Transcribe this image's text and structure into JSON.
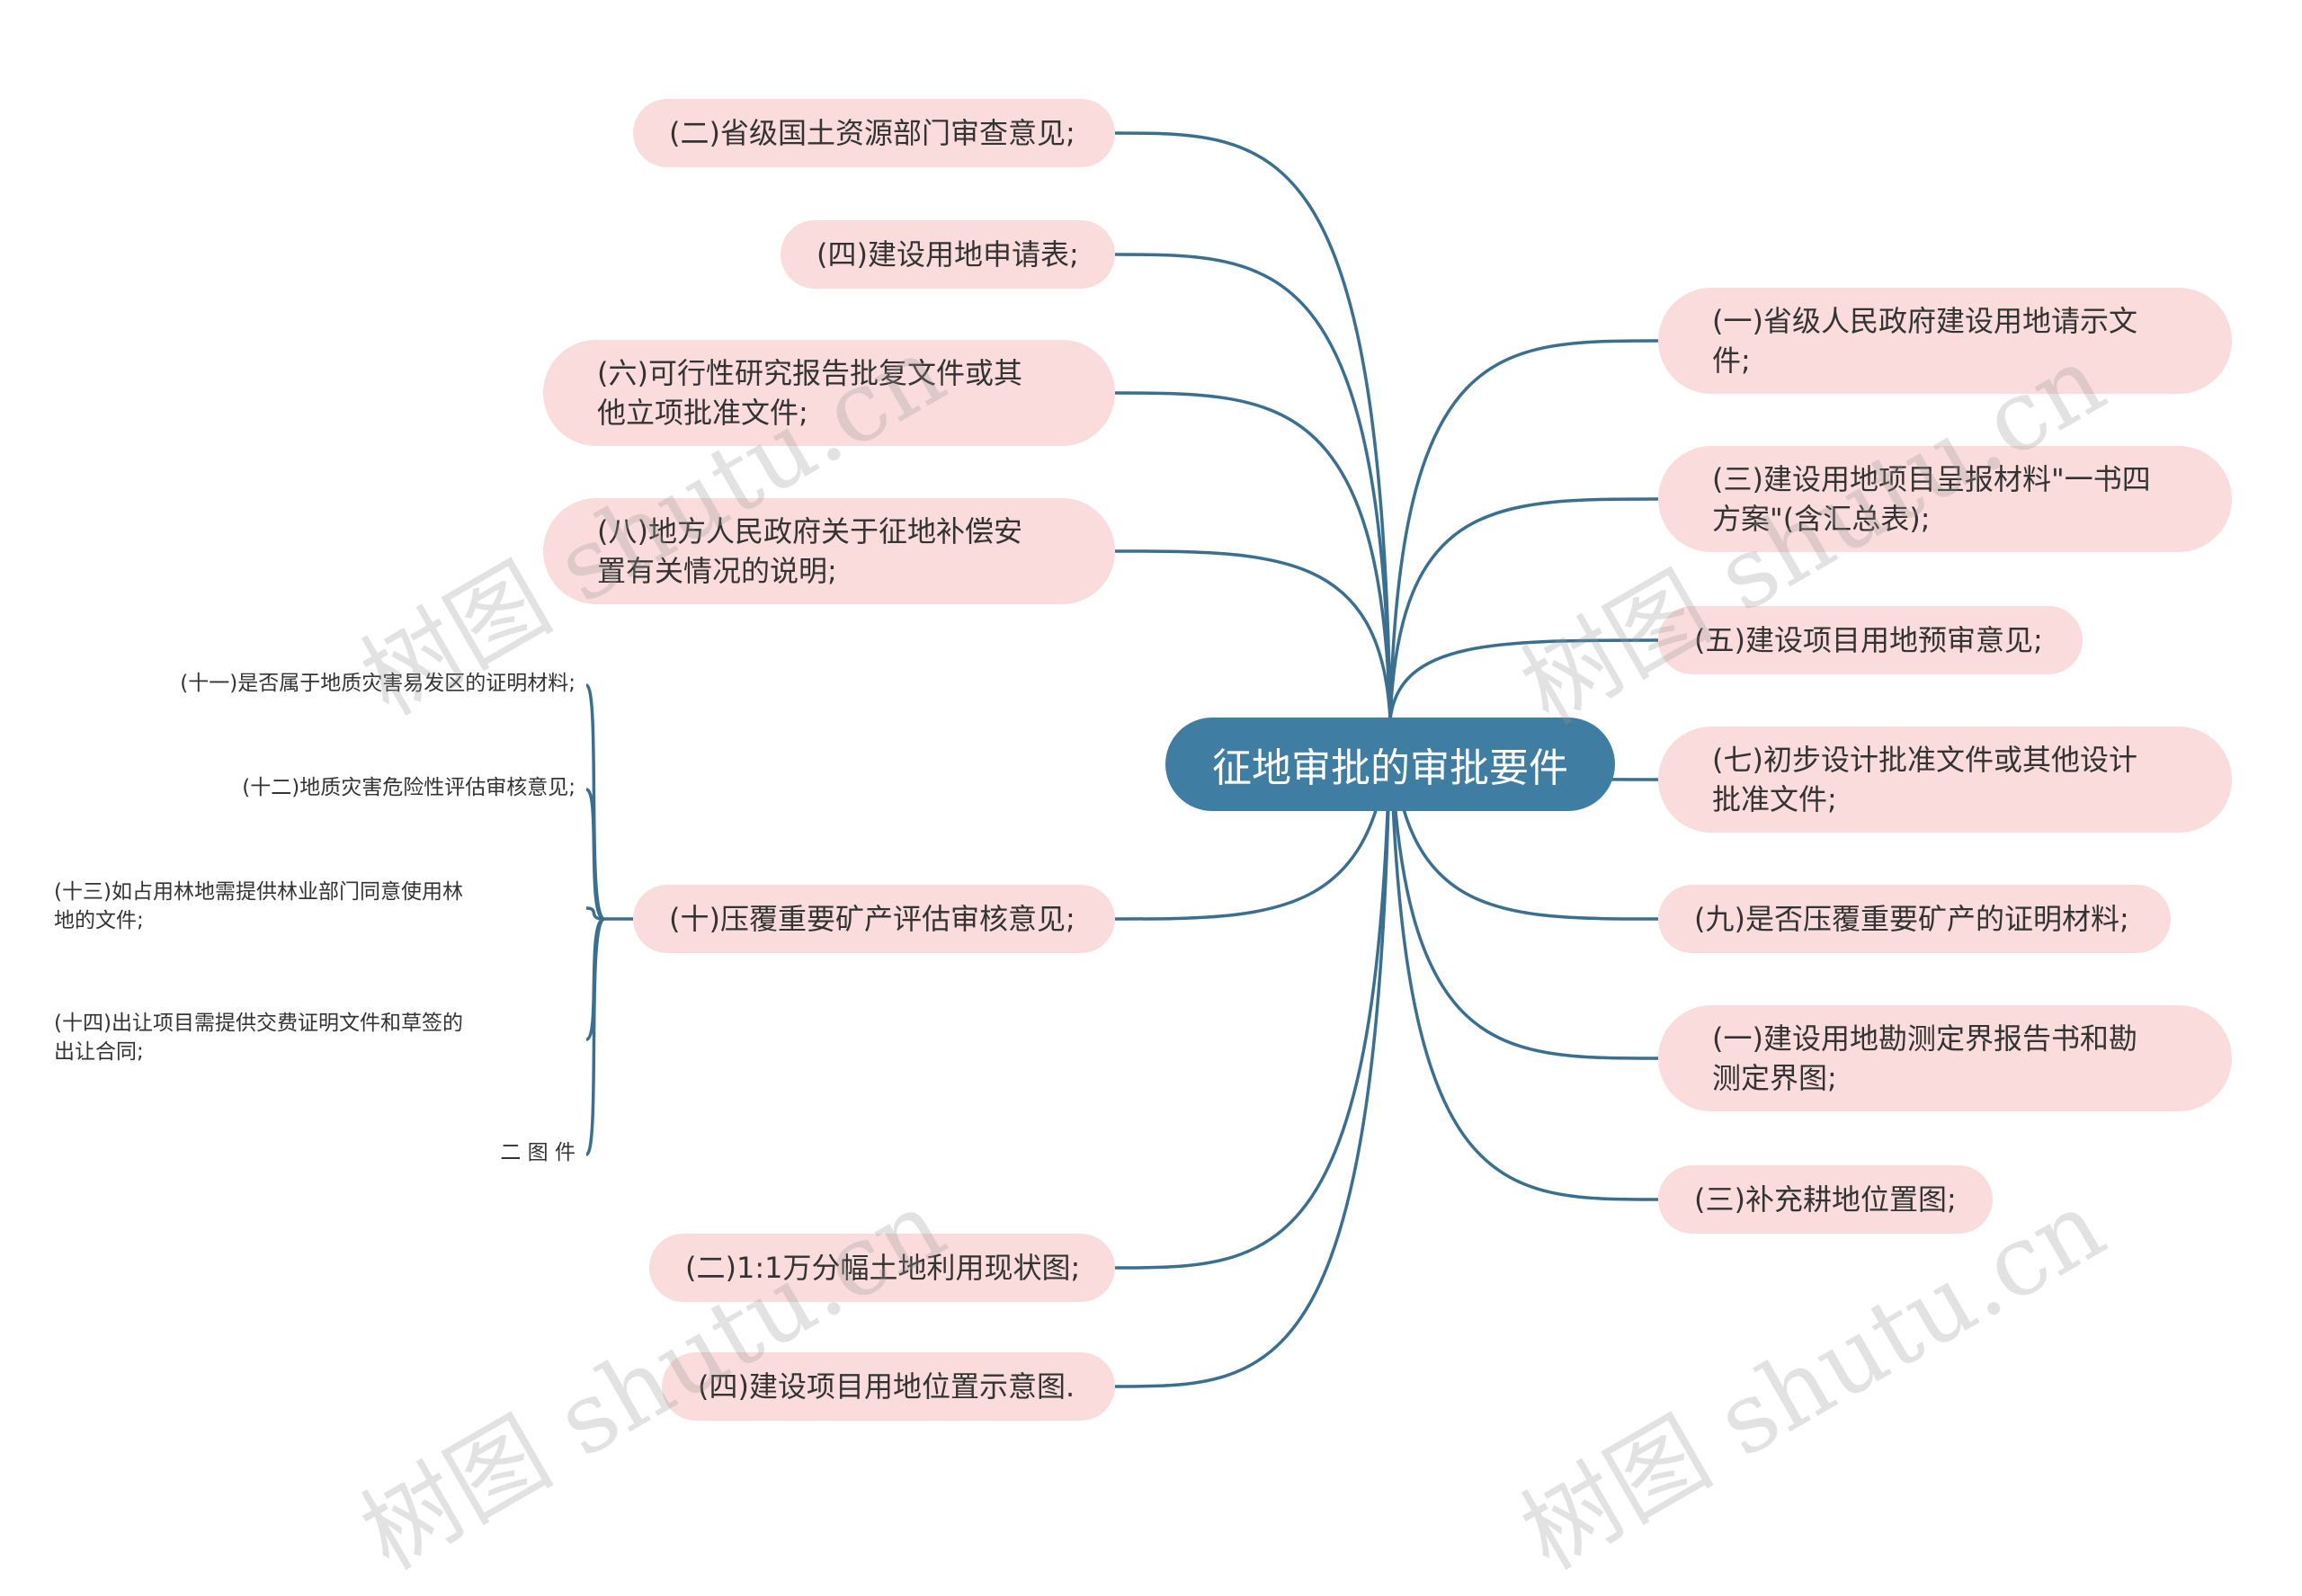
{
  "center": {
    "label": "征地审批的审批要件"
  },
  "left_nodes": [
    "(二)省级国土资源部门审查意见;",
    "(四)建设用地申请表;",
    "(六)可行性研究报告批复文件或其\n他立项批准文件;",
    "(八)地方人民政府关于征地补偿安\n置有关情况的说明;",
    "(十)压覆重要矿产评估审核意见;",
    "(二)1:1万分幅土地利用现状图;",
    "(四)建设项目用地位置示意图."
  ],
  "right_nodes": [
    "(一)省级人民政府建设用地请示文\n件;",
    "(三)建设用地项目呈报材料\"一书四\n方案\"(含汇总表);",
    "(五)建设项目用地预审意见;",
    "(七)初步设计批准文件或其他设计\n批准文件;",
    "(九)是否压覆重要矿产的证明材料;",
    "(一)建设用地勘测定界报告书和勘\n测定界图;",
    "(三)补充耕地位置图;"
  ],
  "sub_leaves": [
    "(十一)是否属于地质灾害易发区的证明材料;",
    "(十二)地质灾害危险性评估审核意见;",
    "(十三)如占用林地需提供林业部门同意使用林\n地的文件;",
    "(十四)出让项目需提供交费证明文件和草签的\n出让合同;",
    "二 图 件"
  ],
  "watermarks": [
    "树图 shutu.cn",
    "树图 shutu.cn",
    "树图 shutu.cn",
    "树图 shutu.cn"
  ],
  "colors": {
    "center_bg": "#3f7ea2",
    "node_bg": "#fbdcdc",
    "line": "#3a6f8f"
  }
}
